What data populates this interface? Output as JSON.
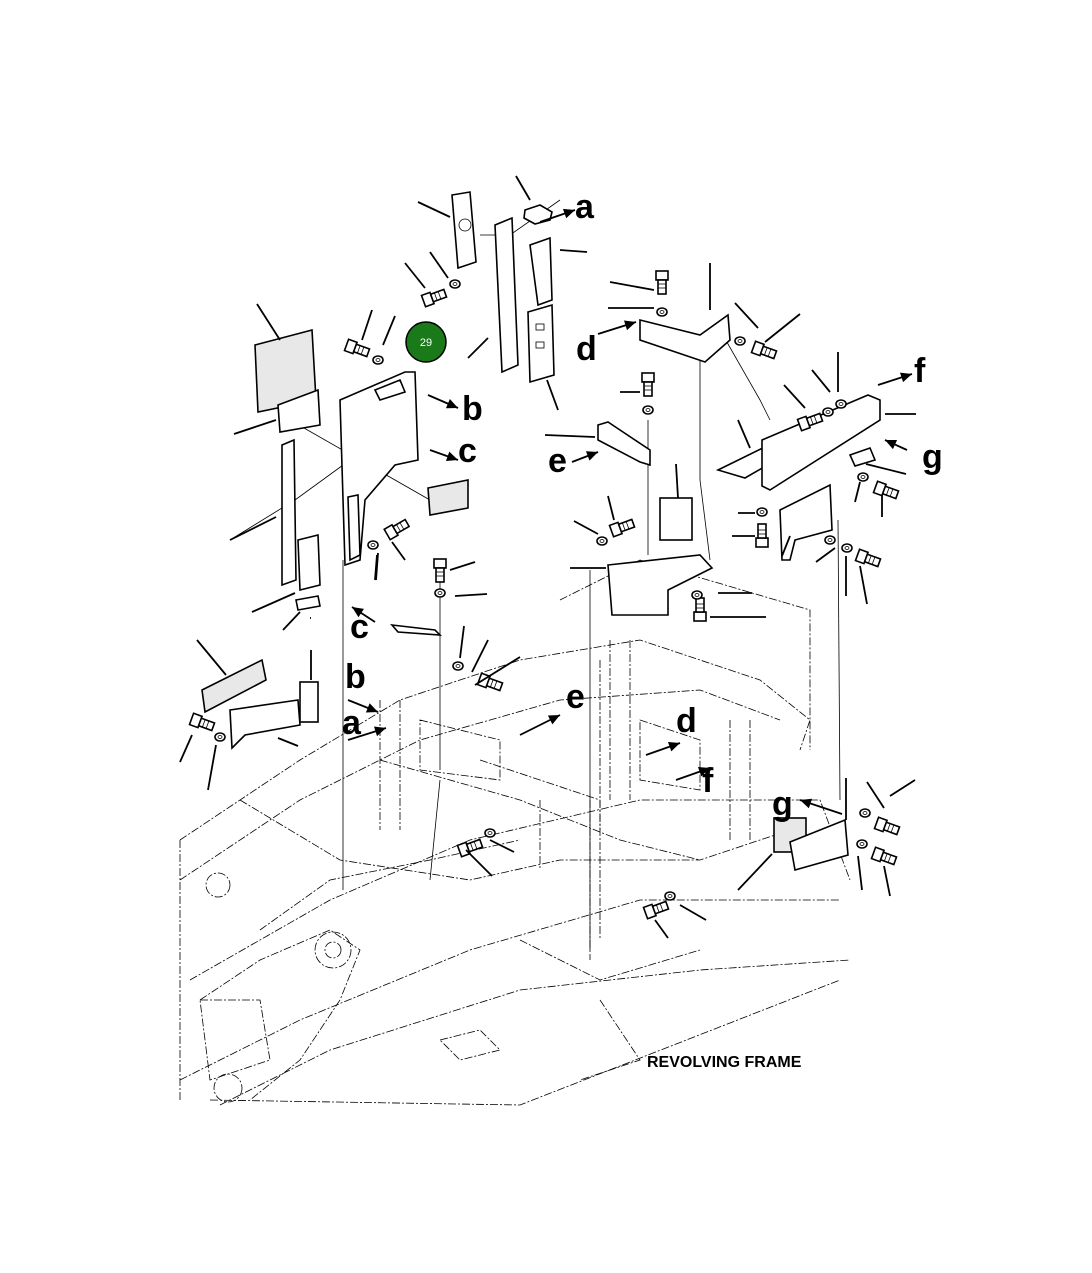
{
  "diagram": {
    "caption": "REVOLVING FRAME",
    "callout": {
      "label": "29",
      "color": "#1a7a1a"
    },
    "reference_letters": [
      "a",
      "b",
      "c",
      "d",
      "e",
      "f",
      "g",
      "c",
      "b",
      "a",
      "e",
      "d",
      "f",
      "g"
    ]
  }
}
